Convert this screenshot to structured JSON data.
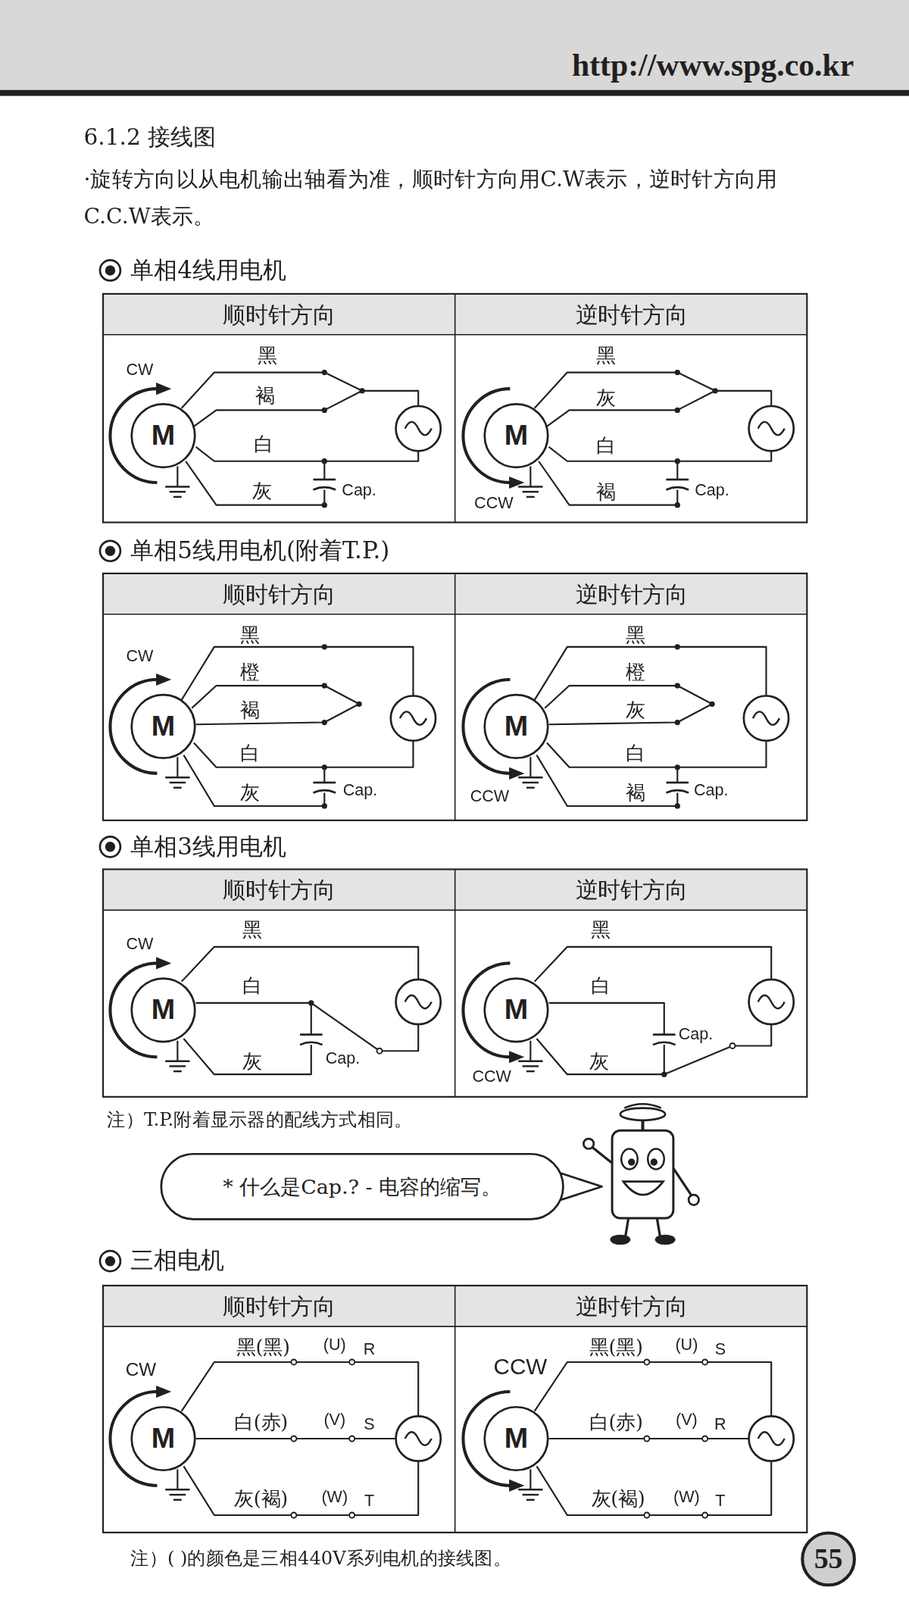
{
  "diagram": {
    "title": "6.1.2 接线图",
    "nodes": [
      {
        "text": [
          "http://www.spg.co.kr"
        ]
      },
      {
        "text": [
          "顺时针方向"
        ]
      },
      {
        "text": [
          "逆时针方向"
        ]
      },
      {
        "text": [
          "M"
        ]
      },
      {
        "text": [
          "M"
        ]
      },
      {
        "text": [
          "顺时针方向"
        ]
      },
      {
        "text": [
          "逆时针方向"
        ]
      },
      {
        "text": [
          "M"
        ]
      },
      {
        "text": [
          "M"
        ]
      },
      {
        "text": [
          "顺时针方向"
        ]
      },
      {
        "text": [
          "逆时针方向"
        ]
      },
      {
        "text": [
          "M"
        ]
      },
      {
        "text": [
          "M"
        ]
      },
      {
        "text": [
          "* 什么是Cap.? - 电容的缩写。"
        ]
      },
      {
        "text": [
          "顺时针方向"
        ]
      },
      {
        "text": [
          "逆时针方向"
        ]
      },
      {
        "text": [
          "M"
        ]
      },
      {
        "text": [
          "M"
        ]
      },
      {
        "text": [
          "55"
        ]
      }
    ],
    "labels": [
      "·旋转方向以从电机输出轴看为准，顺时针方向用C.W表示，逆时针方向用C.C.W表示。",
      "单相4线用电机",
      "CW",
      "黑",
      "褐",
      "白",
      "灰",
      "Cap.",
      "黑",
      "灰",
      "白",
      "褐",
      "Cap.",
      "CCW",
      "单相5线用电机(附着T.P.)",
      "CW",
      "黑",
      "橙",
      "褐",
      "白",
      "灰",
      "Cap.",
      "黑",
      "橙",
      "灰",
      "白",
      "褐",
      "Cap.",
      "CCW",
      "单相3线用电机",
      "CW",
      "黑",
      "白",
      "灰",
      "Cap.",
      "黑",
      "白",
      "Cap.",
      "灰",
      "CCW",
      "注）T.P.附着显示器的配线方式相同。",
      "三相电机",
      "CW",
      "黑(黑)",
      "(U)",
      "R",
      "白(赤)",
      "(V)",
      "S",
      "灰(褐)",
      "(W)",
      "T",
      "CCW",
      "黑(黑)",
      "(U)",
      "S",
      "白(赤)",
      "(V)",
      "R",
      "灰(褐)",
      "(W)",
      "T",
      "注）( )的颜色是三相440V系列电机的接线图。"
    ]
  }
}
